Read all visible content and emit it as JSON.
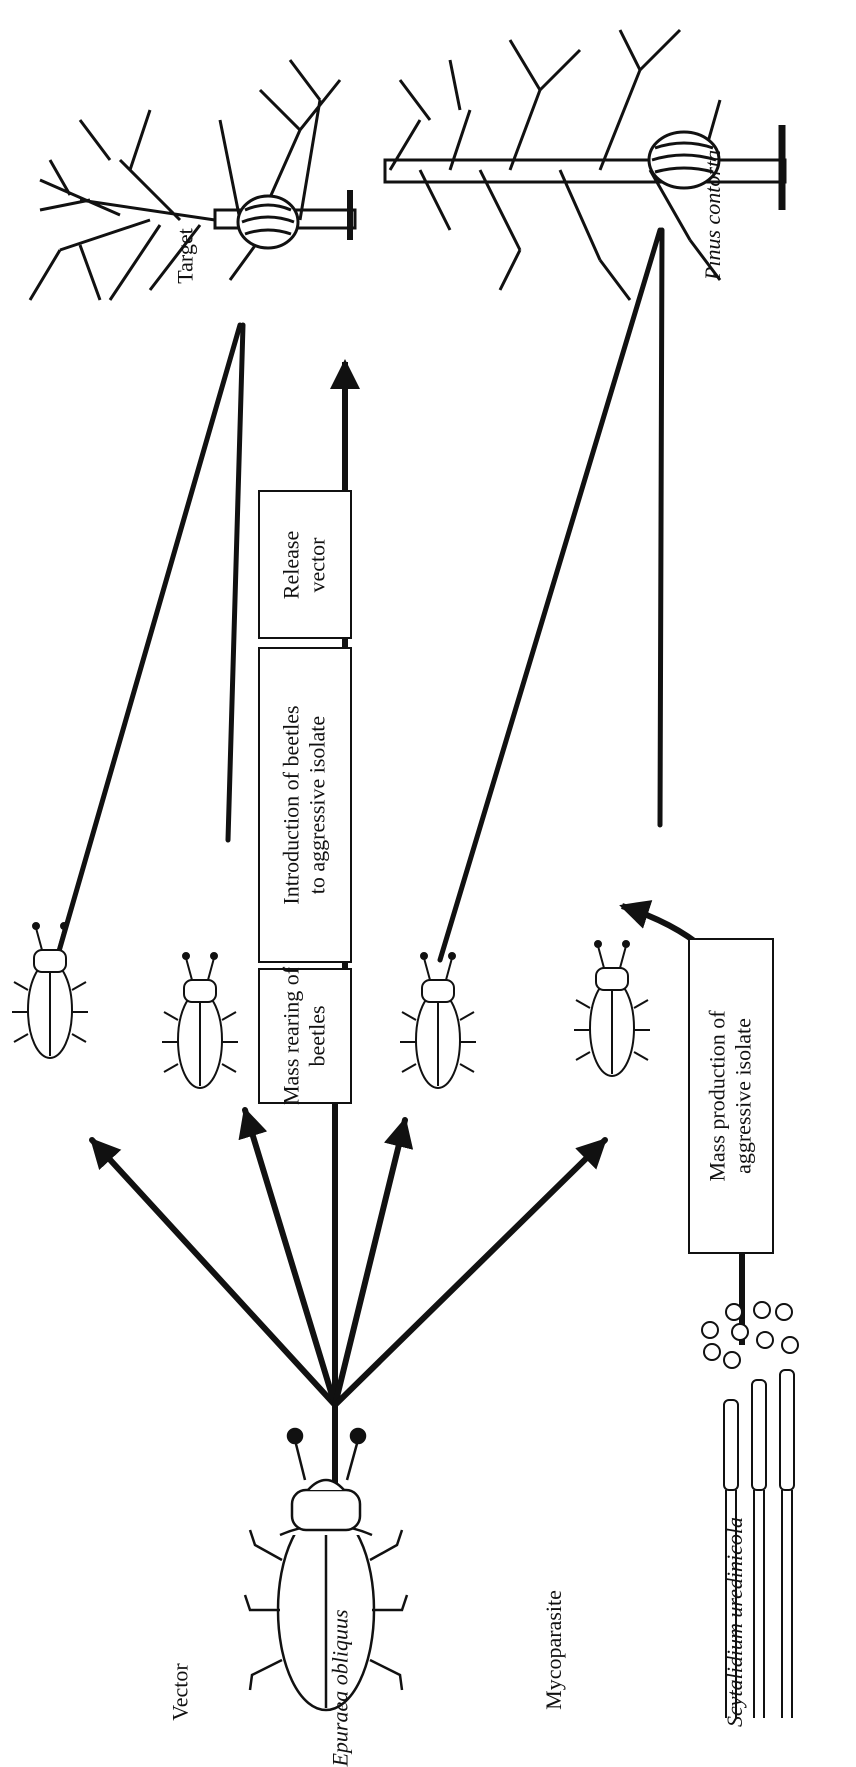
{
  "labels": {
    "vector": "Vector",
    "vector_species": "Epuraea obliquus",
    "mycoparasite": "Mycoparasite",
    "mycoparasite_species": "Scytalidium uredinicola",
    "target": "Target",
    "target_species": "Pinus contorta"
  },
  "steps": {
    "mass_rearing_line1": "Mass rearing of",
    "mass_rearing_line2": "beetles",
    "introduction_line1": "Introduction of beetles",
    "introduction_line2": "to aggressive isolate",
    "release_line1": "Release",
    "release_line2": "vector",
    "mass_production_line1": "Mass production of",
    "mass_production_line2": "aggressive isolate"
  },
  "colors": {
    "ink": "#111111",
    "background": "#ffffff"
  }
}
